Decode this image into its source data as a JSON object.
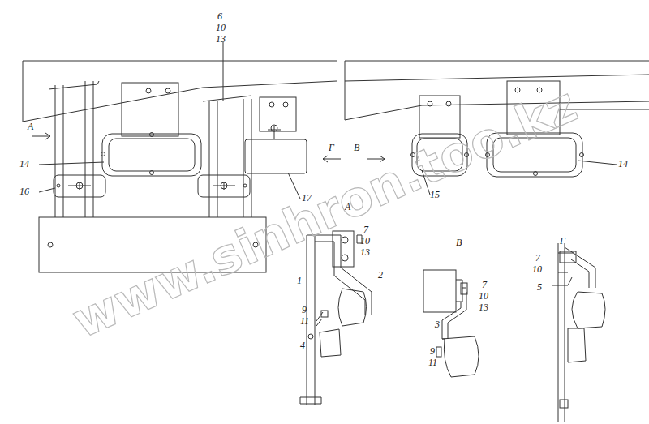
{
  "diagram": {
    "labels": [
      "6",
      "10",
      "13",
      "А",
      "Г",
      "В",
      "14",
      "16",
      "17",
      "15",
      "14",
      "А",
      "7",
      "10",
      "13",
      "2",
      "1",
      "В",
      "Г",
      "7",
      "10",
      "13",
      "7",
      "10",
      "5",
      "9",
      "11",
      "4",
      "3",
      "9",
      "11",
      "www.sinhron.too.kz"
    ]
  }
}
